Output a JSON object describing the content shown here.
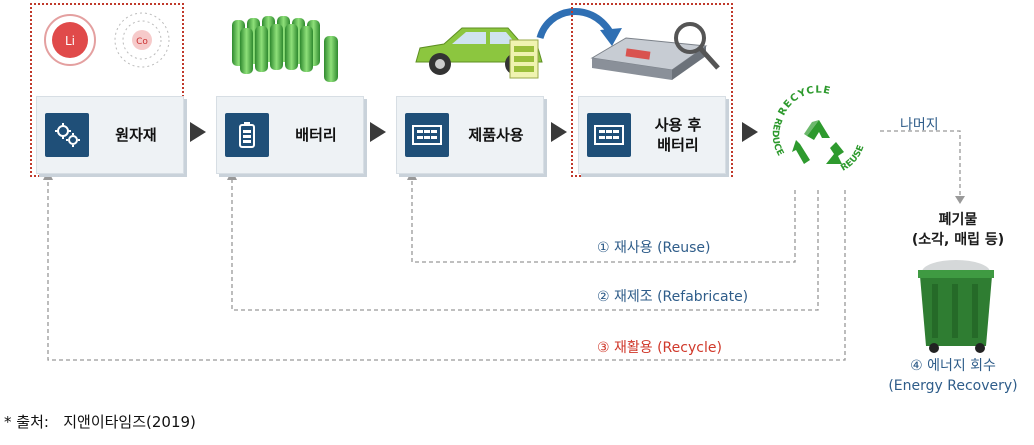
{
  "stages": [
    {
      "label": "원자재",
      "icon": "gears-icon"
    },
    {
      "label": "배터리",
      "icon": "battery-icon"
    },
    {
      "label": "제품사용",
      "icon": "battery-pack-icon"
    },
    {
      "label": "사용 후\n배터리",
      "icon": "battery-pack-icon"
    }
  ],
  "atoms": [
    "Li",
    "Co"
  ],
  "recycle_logo": {
    "top": "RECYCLE",
    "left": "REDUCE",
    "right": "REUSE"
  },
  "remainder_label": "나머지",
  "waste": {
    "line1": "폐기물",
    "line2": "(소각, 매립 등)"
  },
  "flows": [
    {
      "label": "① 재사용 (Reuse)",
      "color": "#2f5d8a"
    },
    {
      "label": "② 재제조 (Refabricate)",
      "color": "#2f5d8a"
    },
    {
      "label": "③ 재활용 (Recycle)",
      "color": "#d0392b"
    }
  ],
  "energy": {
    "line1": "④ 에너지 회수",
    "line2": "(Energy Recovery)"
  },
  "source": "* 출처:   지앤이타임즈(2019)",
  "colors": {
    "stage_icon_bg": "#1f4f78",
    "dotted_red": "#c0392b",
    "recycle_green": "#2e9a2e",
    "bin_green": "#2f7d32"
  }
}
